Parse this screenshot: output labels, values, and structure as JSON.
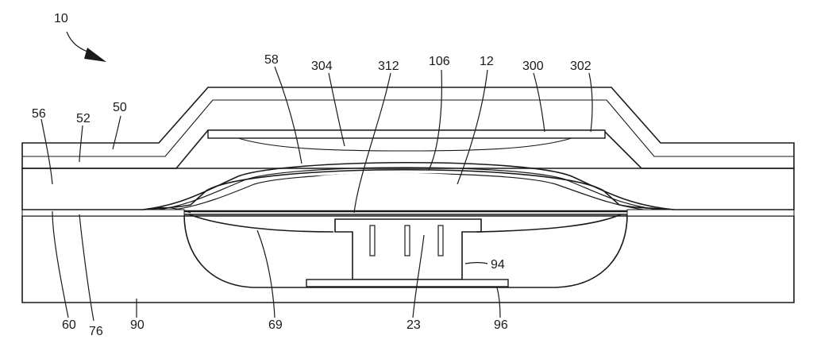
{
  "figure": {
    "labels": {
      "l10": "10",
      "l58": "58",
      "l304": "304",
      "l312": "312",
      "l106": "106",
      "l12": "12",
      "l300": "300",
      "l302": "302",
      "l56": "56",
      "l52": "52",
      "l50": "50",
      "l94": "94",
      "l60": "60",
      "l76": "76",
      "l90": "90",
      "l69": "69",
      "l23": "23",
      "l96": "96"
    }
  }
}
